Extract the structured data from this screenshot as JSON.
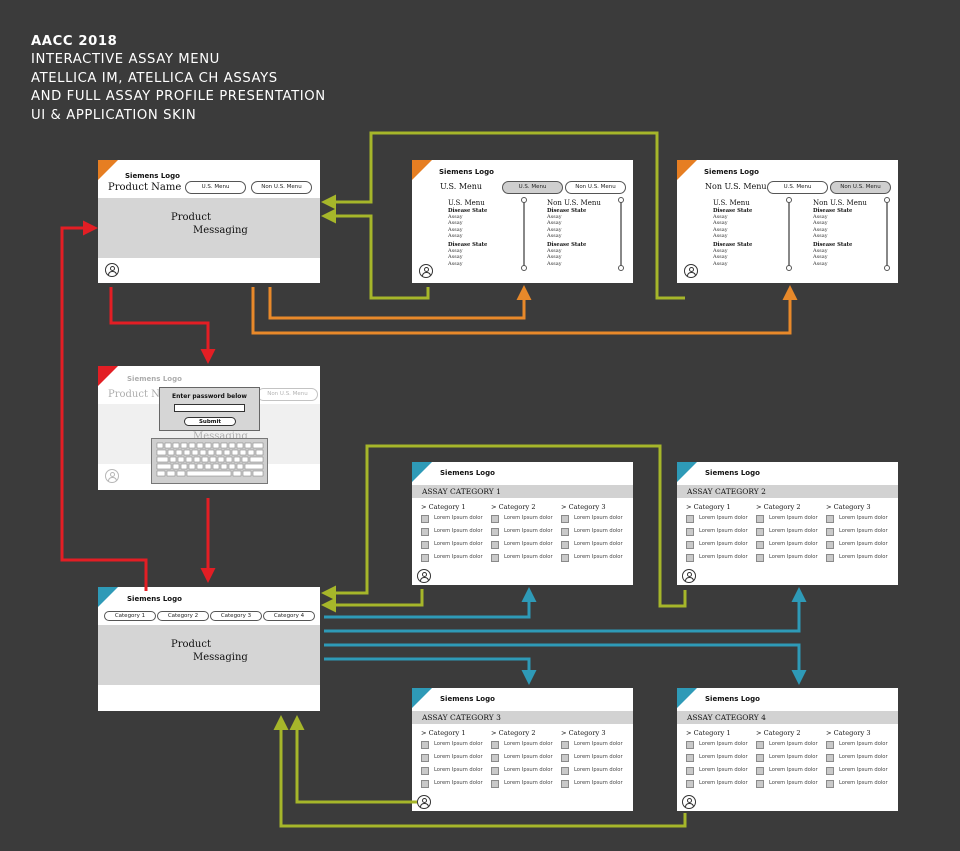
{
  "title": {
    "line1": "AACC 2018",
    "line2": "INTERACTIVE ASSAY MENU",
    "line3": "ATELLICA IM, ATELLICA CH ASSAYS",
    "line4": "AND FULL ASSAY PROFILE PRESENTATION",
    "line5": "UI & APPLICATION SKIN"
  },
  "colors": {
    "background": "#3b3b3b",
    "olive_arrow": "#a6b62a",
    "orange_arrow": "#e8892a",
    "red_arrow": "#e31e24",
    "teal_arrow": "#2e9ab7",
    "orange_corner": "#e67e22",
    "teal_corner": "#2e9ab7",
    "red_corner": "#e31e24"
  },
  "home": {
    "logo": "Siemens Logo",
    "product_name": "Product Name",
    "us_menu": "U.S. Menu",
    "non_us_menu": "Non U.S. Menu",
    "msg1": "Product",
    "msg2": "Messaging",
    "icon": "person-icon"
  },
  "us_screen": {
    "logo": "Siemens Logo",
    "header": "U.S. Menu",
    "us_menu": "U.S. Menu",
    "non_us_menu": "Non U.S. Menu",
    "left_col_title": "U.S. Menu",
    "right_col_title": "Non U.S. Menu",
    "disease_state": "Disease State",
    "assay": "Assay"
  },
  "nonus_screen": {
    "logo": "Siemens Logo",
    "header": "Non U.S. Menu",
    "us_menu": "U.S. Menu",
    "non_us_menu": "Non U.S. Menu",
    "left_col_title": "U.S. Menu",
    "right_col_title": "Non U.S. Menu",
    "disease_state": "Disease State",
    "assay": "Assay"
  },
  "password_screen": {
    "logo": "Siemens Logo",
    "product_name": "Product Name",
    "non_us_menu": "Non U.S. Menu",
    "prompt": "Enter password below",
    "submit": "Submit",
    "msg2": "Messaging"
  },
  "category_home": {
    "logo": "Siemens Logo",
    "tabs": [
      "Category 1",
      "Category 2",
      "Category 3",
      "Category 4"
    ],
    "msg1": "Product",
    "msg2": "Messaging"
  },
  "assay_categories": [
    {
      "logo": "Siemens Logo",
      "title": "ASSAY CATEGORY 1",
      "cols": [
        "> Category 1",
        "> Category 2",
        "> Category 3"
      ],
      "item": "Lorem Ipsum dolor"
    },
    {
      "logo": "Siemens Logo",
      "title": "ASSAY CATEGORY 2",
      "cols": [
        "> Category 1",
        "> Category 2",
        "> Category 3"
      ],
      "item": "Lorem Ipsum dolor"
    },
    {
      "logo": "Siemens Logo",
      "title": "ASSAY CATEGORY 3",
      "cols": [
        "> Category 1",
        "> Category 2",
        "> Category 3"
      ],
      "item": "Lorem Ipsum dolor"
    },
    {
      "logo": "Siemens Logo",
      "title": "ASSAY CATEGORY 4",
      "cols": [
        "> Category 1",
        "> Category 2",
        "> Category 3"
      ],
      "item": "Lorem Ipsum dolor"
    }
  ]
}
